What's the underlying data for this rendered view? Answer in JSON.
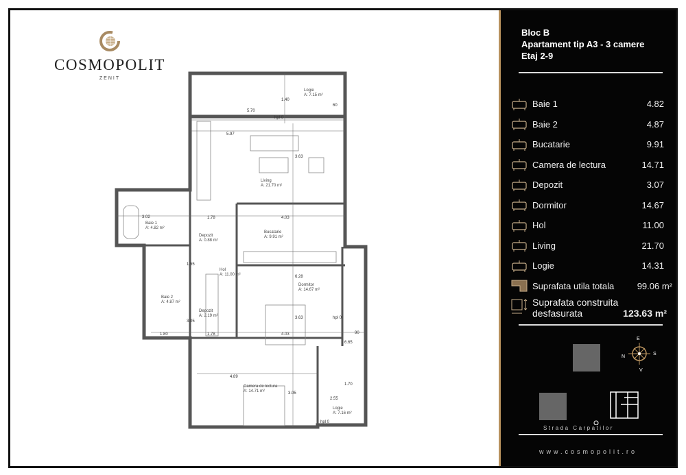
{
  "logo": {
    "brand": "COSMOPOLIT",
    "subbrand": "ZENIT"
  },
  "header": {
    "line1": "Bloc B",
    "line2": "Apartament tip A3 - 3 camere",
    "line3": "Etaj 2-9"
  },
  "rooms": [
    {
      "icon": "bathtub-icon",
      "label": "Baie 1",
      "value": "4.82"
    },
    {
      "icon": "toilet-icon",
      "label": "Baie 2",
      "value": "4.87"
    },
    {
      "icon": "kitchen-icon",
      "label": "Bucatarie",
      "value": "9.91"
    },
    {
      "icon": "armchair-icon",
      "label": "Camera de lectura",
      "value": "14.71"
    },
    {
      "icon": "storage-icon",
      "label": "Depozit",
      "value": "3.07"
    },
    {
      "icon": "bed-icon",
      "label": "Dormitor",
      "value": "14.67"
    },
    {
      "icon": "hallway-icon",
      "label": "Hol",
      "value": "11.00"
    },
    {
      "icon": "living-icon",
      "label": "Living",
      "value": "21.70"
    },
    {
      "icon": "balcony-icon",
      "label": "Logie",
      "value": "14.31"
    },
    {
      "icon": "floor-area-icon",
      "label": "Suprafata utila totala",
      "value": "99.06 m²"
    }
  ],
  "built_area": {
    "label1": "Suprafata construita",
    "label2": "desfasurata",
    "value": "123.63 m²"
  },
  "site": {
    "street": "Strada Carpatilor",
    "compass": {
      "n": "N",
      "e": "E",
      "s": "S",
      "v": "V"
    }
  },
  "website": "www.cosmopolit.ro",
  "plan": {
    "labels": [
      {
        "name": "Logie",
        "area": "A: 7.15 m²"
      },
      {
        "name": "Living",
        "area": "A: 21.70 m²"
      },
      {
        "name": "Baie 1",
        "area": "A: 4.82 m²"
      },
      {
        "name": "Depozit",
        "area": "A: 0.88 m²"
      },
      {
        "name": "Bucatarie",
        "area": "A: 9.91 m²"
      },
      {
        "name": "Hol",
        "area": "A: 11.00 m²"
      },
      {
        "name": "Baie 2",
        "area": "A: 4.87 m²"
      },
      {
        "name": "Depozit",
        "area": "A: 2.19 m²"
      },
      {
        "name": "Dormitor",
        "area": "A: 14.67 m²"
      },
      {
        "name": "Camera de lectura",
        "area": "A: 14.71 m²"
      },
      {
        "name": "Logie",
        "area": "A: 7.16 m²"
      }
    ],
    "dims": [
      "5.70",
      "1.40",
      "5.97",
      "3.63",
      "3.02",
      "1.78",
      "4.03",
      "1.55",
      "6.28",
      "3.05",
      "1.80",
      "1.78",
      "4.03",
      "3.63",
      "4.89",
      "3.05",
      "1.70",
      "2.55",
      "6.65",
      "90",
      "60",
      "hpl 0",
      "hpl 0",
      "hpl 0"
    ]
  },
  "colors": {
    "accent": "#b8925e",
    "panel": "#050505",
    "wall": "#555555"
  }
}
